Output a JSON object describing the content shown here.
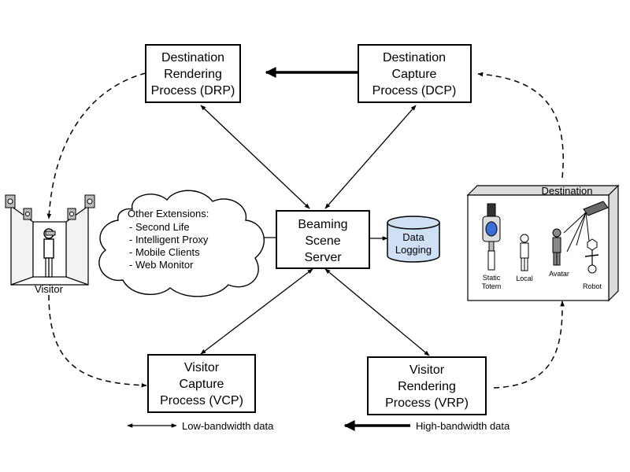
{
  "boxes": {
    "drp": [
      "Destination",
      "Rendering",
      "Process (DRP)"
    ],
    "dcp": [
      "Destination",
      "Capture",
      "Process (DCP)"
    ],
    "server": [
      "Beaming",
      "Scene",
      "Server"
    ],
    "vcp": [
      "Visitor",
      "Capture",
      "Process (VCP)"
    ],
    "vrp": [
      "Visitor",
      "Rendering",
      "Process (VRP)"
    ]
  },
  "data_logging": [
    "Data",
    "Logging"
  ],
  "cloud": {
    "title": "Other Extensions:",
    "items": [
      "- Second Life",
      "- Intelligent Proxy",
      "- Mobile Clients",
      "- Web Monitor"
    ]
  },
  "visitor_label": "Visitor",
  "destination": {
    "title": "Destination",
    "labels": [
      "Static",
      "Totem",
      "Local",
      "Avatar",
      "Robot"
    ]
  },
  "legend": {
    "low": "Low-bandwidth data",
    "high": "High-bandwidth data"
  },
  "colors": {
    "totem_blue": "#3a6fd8",
    "storage_fill": "#cfe0f5",
    "box_shade": "#dcdcdc"
  }
}
